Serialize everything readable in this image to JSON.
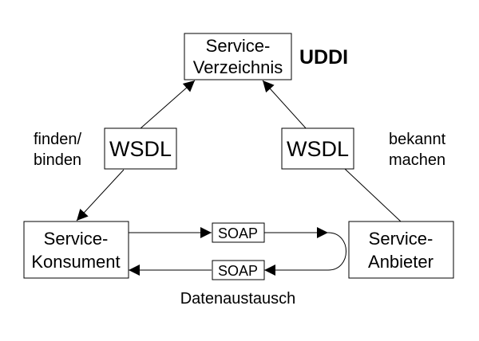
{
  "directory": {
    "line1": "Service-",
    "line2": "Verzeichnis",
    "tag": "UDDI"
  },
  "left_wsdl": "WSDL",
  "right_wsdl": "WSDL",
  "find_bind": {
    "line1": "finden/",
    "line2": "binden"
  },
  "publish": {
    "line1": "bekannt",
    "line2": "machen"
  },
  "consumer": {
    "line1": "Service-",
    "line2": "Konsument"
  },
  "provider": {
    "line1": "Service-",
    "line2": "Anbieter"
  },
  "soap_top": "SOAP",
  "soap_bottom": "SOAP",
  "data_exchange": "Datenaustausch"
}
